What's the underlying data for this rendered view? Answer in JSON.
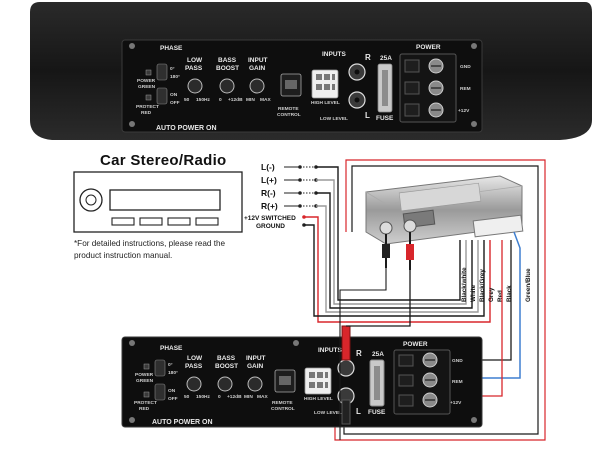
{
  "stereo": {
    "title": "Car Stereo/Radio",
    "outputs": [
      "L(-)",
      "L(+)",
      "R(-)",
      "R(+)"
    ],
    "switched_label": "+12V SWITCHED",
    "ground_label": "GROUND",
    "note_line1": "*For detailed instructions, please read the",
    "note_line2": "product instruction manual."
  },
  "amp_panel": {
    "phase": "PHASE",
    "deg0": "0°",
    "deg180": "180°",
    "on": "ON",
    "off": "OFF",
    "power": "POWER",
    "green": "GREEN",
    "protect": "PROTECT",
    "red": "RED",
    "auto_power_on": "AUTO POWER ON",
    "low": "LOW",
    "pass": "PASS",
    "low_range_min": "50",
    "low_range_max": "150Hz",
    "bass": "BASS",
    "boost": "BOOST",
    "bass_range_min": "0",
    "bass_range_max": "+12dB",
    "input": "INPUT",
    "gain": "GAIN",
    "gain_min": "MIN",
    "gain_max": "MAX",
    "remote": "REMOTE",
    "control": "CONTROL",
    "inputs": "INPUTS",
    "high_level": "HIGH LEVEL",
    "low_level": "LOW LEVEL",
    "ch_r": "R",
    "ch_l": "L",
    "fuse_rating": "25A",
    "fuse": "FUSE",
    "term_power": "POWER",
    "gnd": "GND",
    "rem": "REM",
    "plus12": "+12V"
  },
  "converter_wires": [
    "Black/white",
    "White",
    "Black/Grey",
    "Grey",
    "Red",
    "Black",
    "Green/Blue"
  ],
  "colors": {
    "amp_body": "#1b1b1b",
    "panel": "#0f0f0f",
    "wire_red": "#d8262b",
    "wire_blue": "#3f7fd0",
    "wire_grey": "#8d8d8d",
    "wire_black": "#1a1a1a"
  }
}
